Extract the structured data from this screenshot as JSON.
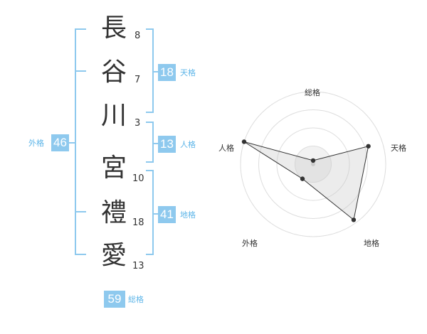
{
  "name_chars": [
    {
      "char": "長",
      "strokes": "8"
    },
    {
      "char": "谷",
      "strokes": "7"
    },
    {
      "char": "川",
      "strokes": "3"
    },
    {
      "char": "宮",
      "strokes": "10"
    },
    {
      "char": "禮",
      "strokes": "18"
    },
    {
      "char": "愛",
      "strokes": "13"
    }
  ],
  "kaku": {
    "tenkaku": {
      "label": "天格",
      "value": "18"
    },
    "jinkaku": {
      "label": "人格",
      "value": "13"
    },
    "chikaku": {
      "label": "地格",
      "value": "41"
    },
    "gaikaku": {
      "label": "外格",
      "value": "46"
    },
    "soukaku": {
      "label": "総格",
      "value": "59"
    }
  },
  "colors": {
    "accent": "#8ec9ee",
    "accent_text": "#5db5e8",
    "bracket": "#8ec9ee"
  },
  "chart_data": {
    "type": "radar",
    "axes": [
      "総格",
      "天格",
      "地格",
      "外格",
      "人格"
    ],
    "values": [
      0.05,
      0.8,
      0.95,
      0.25,
      1.0
    ],
    "rings": 4,
    "grid": true
  }
}
